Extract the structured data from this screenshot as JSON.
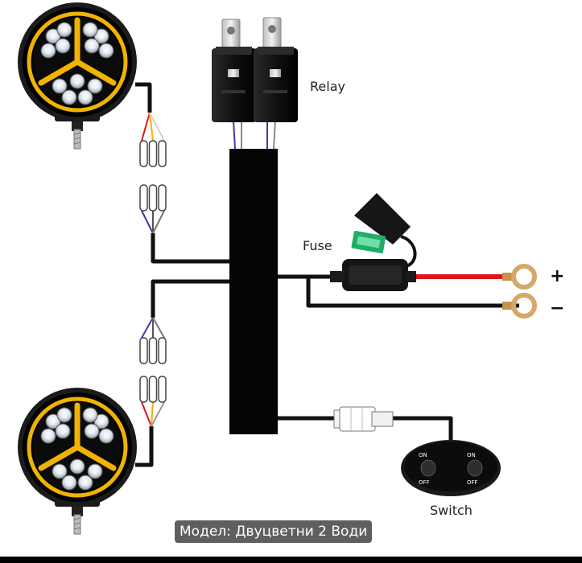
{
  "labels": {
    "relay": "Relay",
    "fuse": "Fuse",
    "switch": "Switch",
    "positive": "+",
    "negative": "−"
  },
  "switch_panel": {
    "left_on": "ON",
    "left_off": "OFF",
    "right_on": "ON",
    "right_off": "OFF"
  },
  "caption": "Модел: Двуцветни 2 Води",
  "colors": {
    "wire_black": "#111111",
    "wire_red": "#e0161c",
    "led_ring": "#f0b400",
    "fuse_green": "#1fae6a",
    "terminal": "#d4a868"
  }
}
